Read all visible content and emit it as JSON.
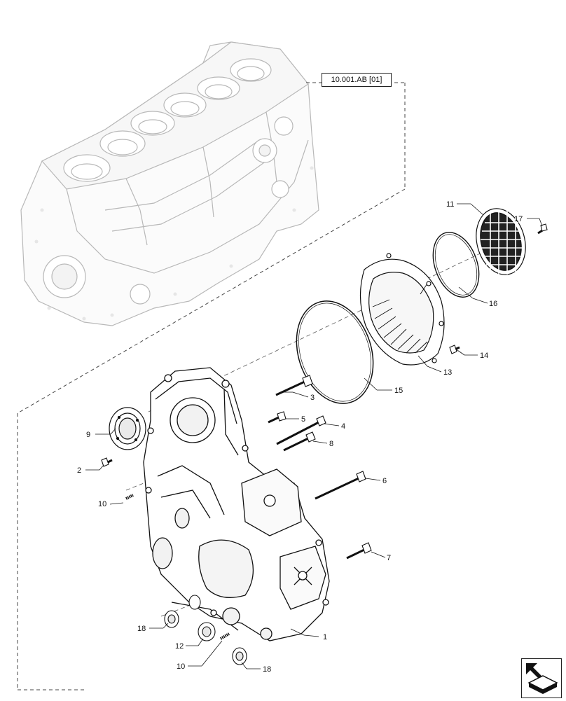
{
  "reference_box": {
    "text": "10.001.AB [01]"
  },
  "callouts": {
    "c1": "1",
    "c2": "2",
    "c3": "3",
    "c4": "4",
    "c5": "5",
    "c6": "6",
    "c7": "7",
    "c8": "8",
    "c9": "9",
    "c10a": "10",
    "c10b": "10",
    "c11": "11",
    "c12": "12",
    "c13": "13",
    "c14": "14",
    "c15": "15",
    "c16": "16",
    "c17": "17",
    "c18a": "18",
    "c18b": "18"
  },
  "nav_icon": "page-navigation-icon"
}
